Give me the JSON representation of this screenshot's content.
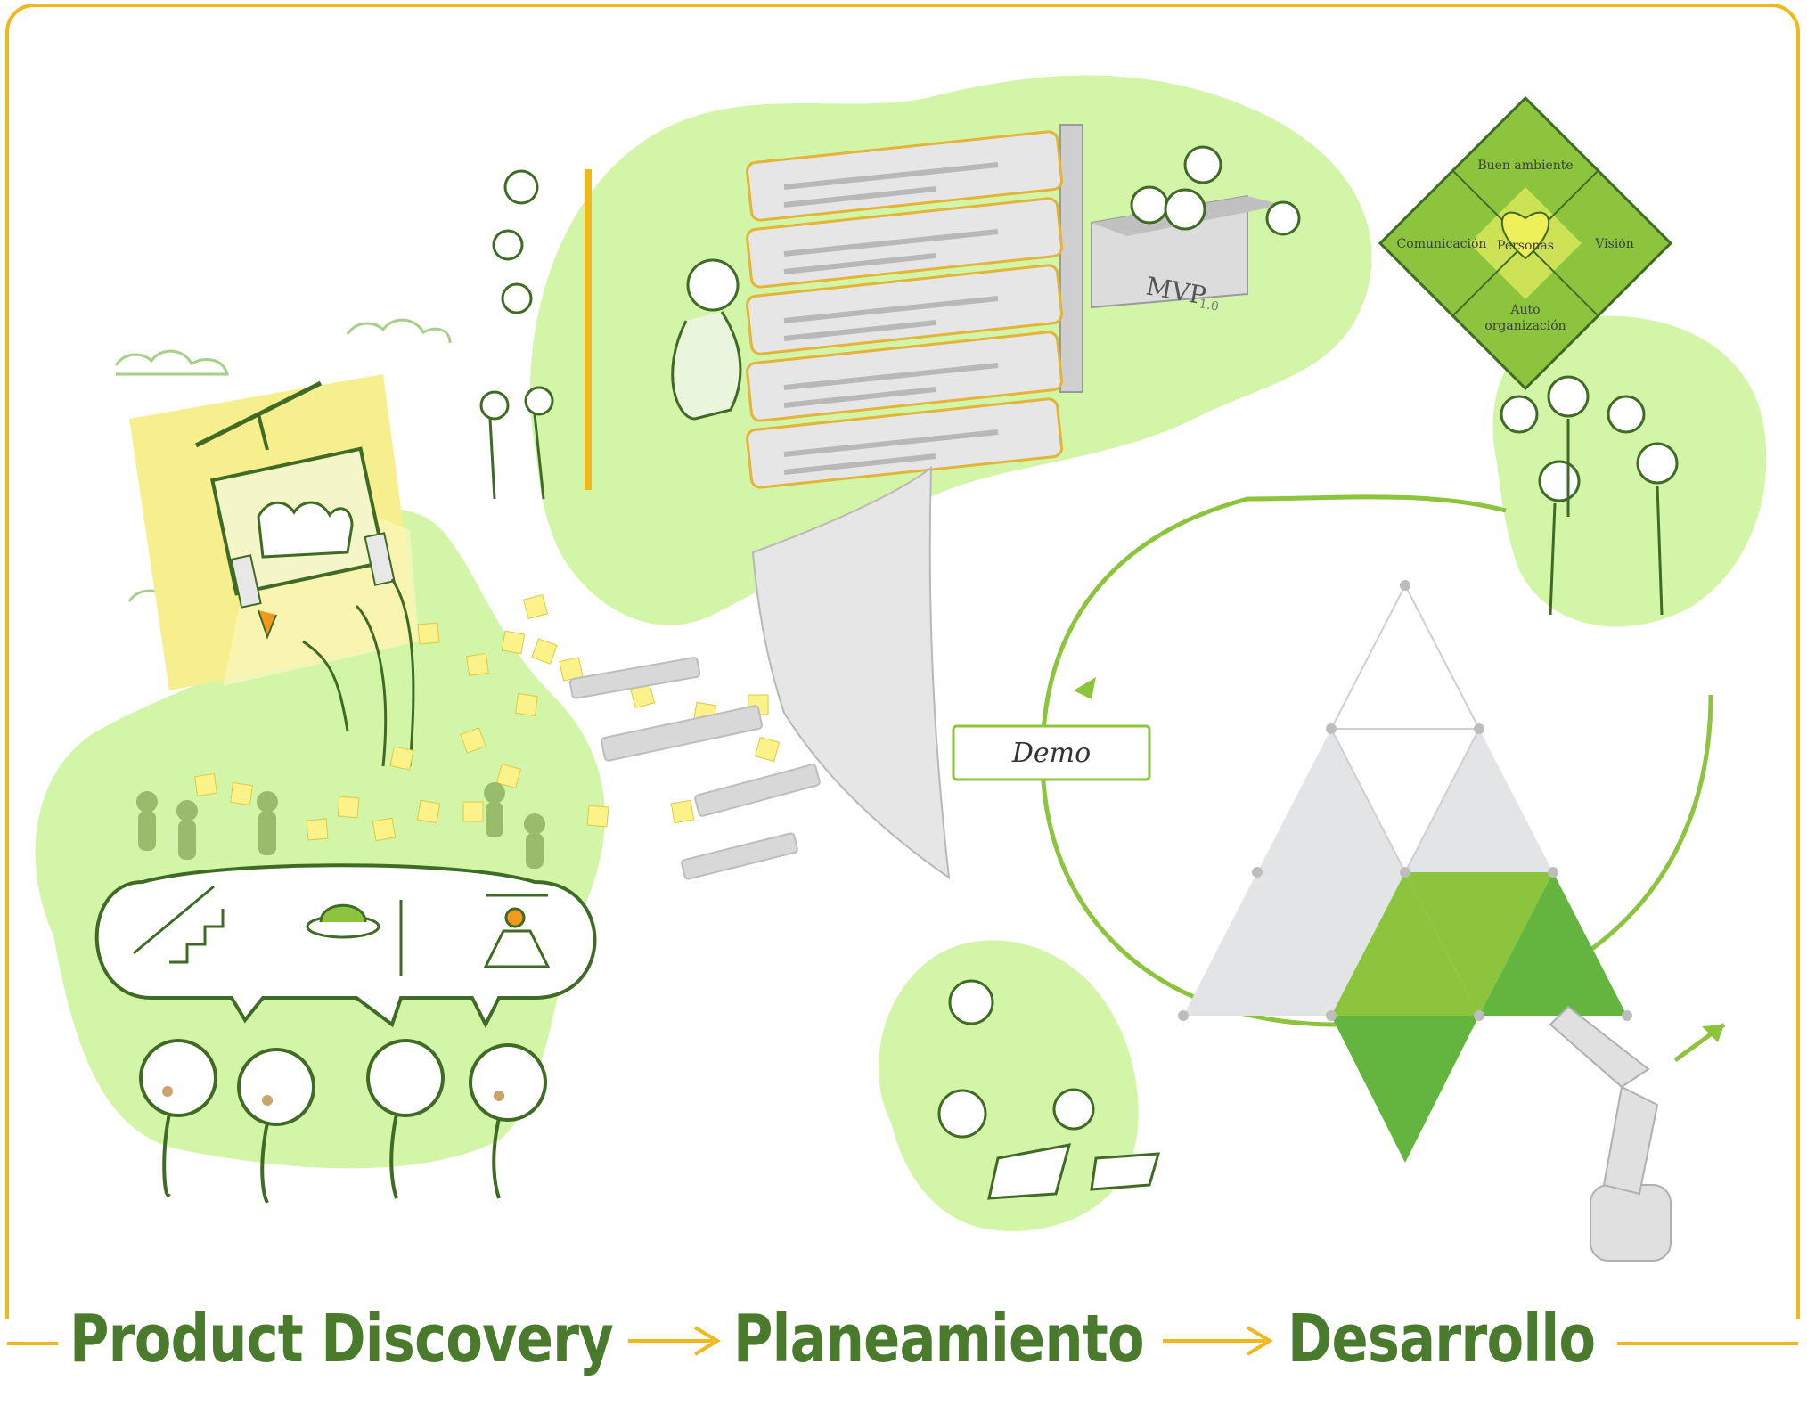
{
  "phases": {
    "discovery": "Product Discovery",
    "planning": "Planeamiento",
    "development": "Desarrollo"
  },
  "demo_label": "Demo",
  "mvp_label": "MVP",
  "mvp_version": "1.0",
  "values_diamond": {
    "top": "Buen ambiente",
    "left": "Comunicación",
    "center": "Personas",
    "right": "Visión",
    "bottom_line1": "Auto",
    "bottom_line2": "organización"
  },
  "colors": {
    "border": "#f0b81a",
    "arrow": "#f0b81a",
    "label": "#4a7a2c",
    "blob": "#d3f5a8",
    "blob_dark": "#c8f09a",
    "line": "#3f6b25",
    "sticky": "#fbf28a",
    "tri_light": "#e3e4e5",
    "tri_green": "#8cc43e",
    "tri_green_dark": "#63b540"
  }
}
